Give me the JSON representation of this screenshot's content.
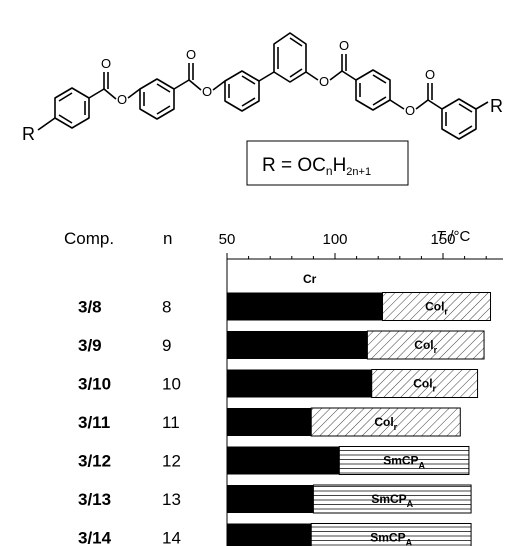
{
  "figure": {
    "r_definition": "R = OC",
    "r_n_sub": "n",
    "r_h": "H",
    "r_h_sub": "2n+1",
    "r_left_label": "R",
    "r_right_label": "R",
    "carbonyl_o": "O",
    "ester_o": "O",
    "col_comp_header": "Comp.",
    "col_n_header": "n"
  },
  "chart_data": {
    "type": "bar",
    "orientation": "horizontal",
    "stacked": true,
    "axis": {
      "label_main": "T",
      "label_unit": " /°C",
      "ticks": [
        50,
        100,
        150
      ],
      "xlim": [
        50,
        175
      ],
      "position": "top"
    },
    "compounds": [
      {
        "comp": "3/8",
        "n": "8",
        "melt": 122,
        "clear": 172,
        "phase": "Colr",
        "phase_main": "Col",
        "phase_sub": "r"
      },
      {
        "comp": "3/9",
        "n": "9",
        "melt": 115,
        "clear": 169,
        "phase": "Colr",
        "phase_main": "Col",
        "phase_sub": "r"
      },
      {
        "comp": "3/10",
        "n": "10",
        "melt": 117,
        "clear": 166,
        "phase": "Colr",
        "phase_main": "Col",
        "phase_sub": "r"
      },
      {
        "comp": "3/11",
        "n": "11",
        "melt": 89,
        "clear": 158,
        "phase": "Colr",
        "phase_main": "Col",
        "phase_sub": "r"
      },
      {
        "comp": "3/12",
        "n": "12",
        "melt": 102,
        "clear": 162,
        "phase": "SmCPA",
        "phase_main": "SmCP",
        "phase_sub": "A"
      },
      {
        "comp": "3/13",
        "n": "13",
        "melt": 90,
        "clear": 163,
        "phase": "SmCPA",
        "phase_main": "SmCP",
        "phase_sub": "A"
      },
      {
        "comp": "3/14",
        "n": "14",
        "melt": 89,
        "clear": 163,
        "phase": "SmCPA",
        "phase_main": "SmCP",
        "phase_sub": "A"
      }
    ],
    "crystal_label": "Cr",
    "colors": {
      "crystal": "#000000",
      "mesophase_stroke": "#444444",
      "background": "#ffffff"
    }
  }
}
